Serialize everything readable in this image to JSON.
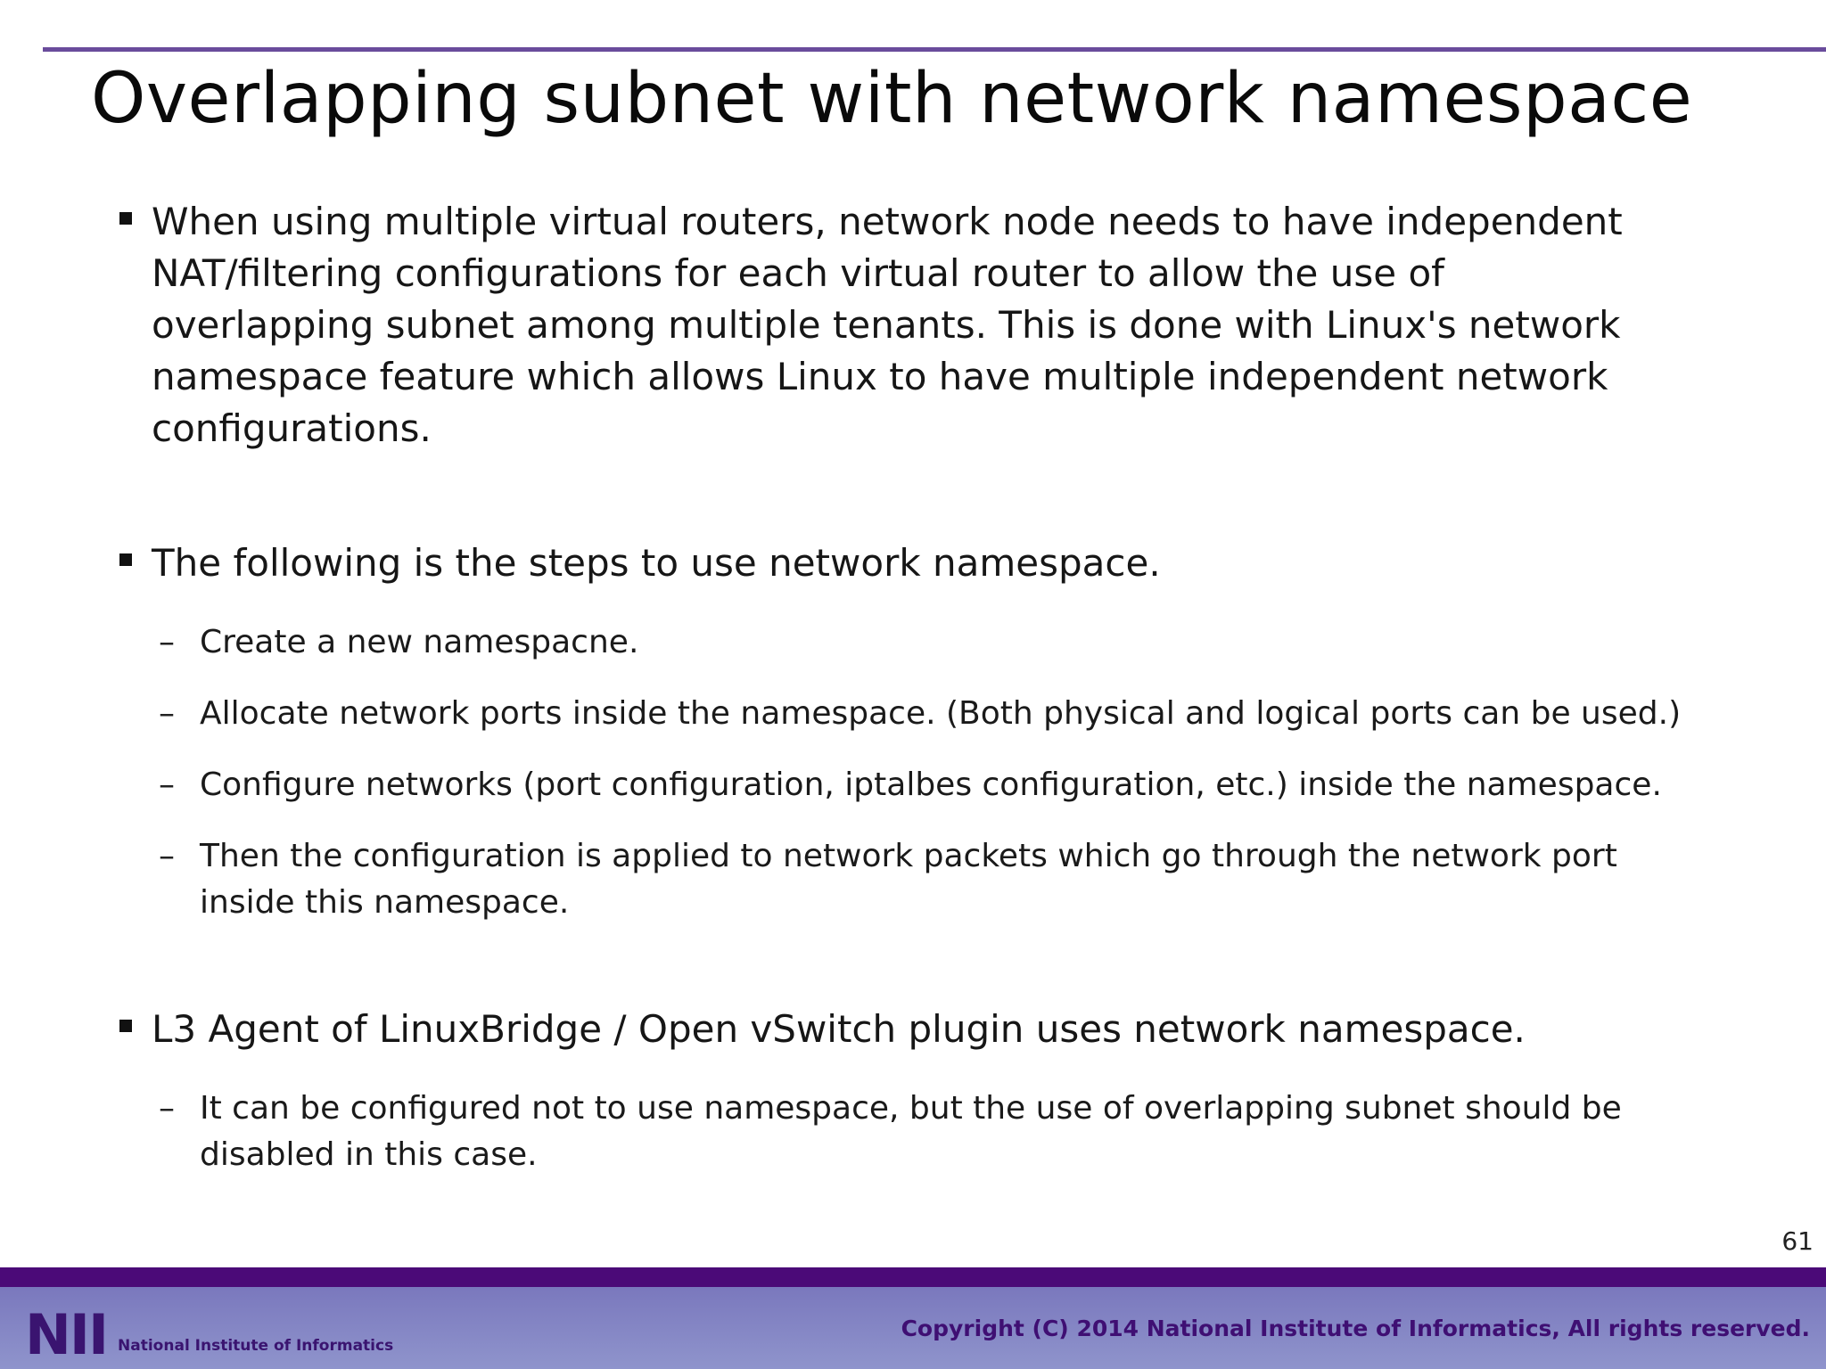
{
  "slide": {
    "title": "Overlapping subnet with network namespace",
    "page_number": "61"
  },
  "bullets": [
    {
      "lines": [
        "When using multiple virtual routers, network node needs to have independent",
        "NAT/filtering configurations for each virtual router to allow the use of",
        "overlapping subnet among multiple tenants. This is done with Linux's network",
        "namespace feature which allows Linux to have multiple independent network",
        "configurations."
      ]
    },
    {
      "lines": [
        "The following is the steps to use network namespace."
      ],
      "subs": [
        {
          "lines": [
            "Create a new namespacne."
          ]
        },
        {
          "lines": [
            "Allocate network ports inside the namespace. (Both physical and logical ports can be used.)"
          ]
        },
        {
          "lines": [
            "Configure networks (port configuration, iptalbes configuration, etc.) inside the namespace."
          ]
        },
        {
          "lines": [
            "Then the configuration is applied to network packets which go through the network port",
            "inside this namespace."
          ]
        }
      ]
    },
    {
      "lines": [
        "L3 Agent of LinuxBridge / Open vSwitch plugin uses network namespace."
      ],
      "subs": [
        {
          "lines": [
            "It can be configured not to use namespace, but the use of overlapping subnet should be",
            "disabled in this case."
          ]
        }
      ]
    }
  ],
  "footer": {
    "logo_mark": "NII",
    "logo_text": "National Institute of Informatics",
    "copyright": "Copyright (C) 2014 National Institute of Informatics, All rights reserved."
  },
  "colors": {
    "top_rule": "#6a4c9c",
    "footer_band": "#4b0a78",
    "footer_gradient": "#8f94cc",
    "copyright_text": "#3f0f73"
  }
}
